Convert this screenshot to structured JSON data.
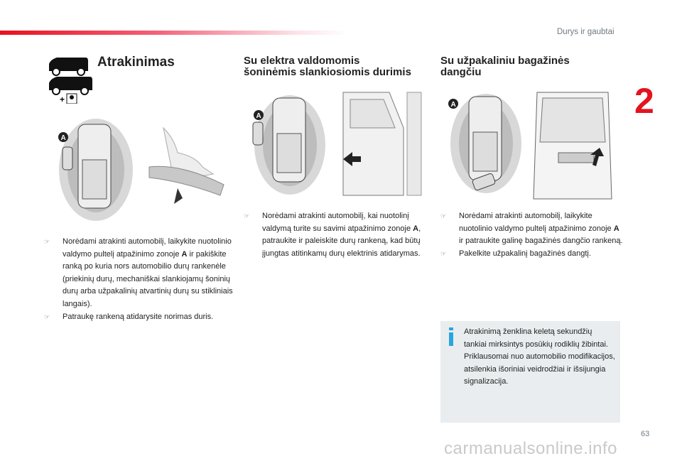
{
  "header": {
    "section_title": "Durys ir gaubtai",
    "chapter_number": "2"
  },
  "col1": {
    "title": "Atrakinimas",
    "zone_label": "A",
    "items": [
      {
        "parts": [
          "Norėdami atrakinti automobilį, laikykite nuotolinio valdymo pultelį atpažinimo zonoje ",
          "A",
          " ir pakiškite ranką po kuria nors automobilio durų rankenėle (priekinių durų, mechaniškai slankiojamų šoninių durų arba užpakalinių atvartinių durų su stikliniais langais)."
        ]
      },
      {
        "parts": [
          "Patraukę rankeną atidarysite norimas duris."
        ]
      }
    ]
  },
  "col2": {
    "title_line1": "Su elektra valdomomis",
    "title_line2": "šoninėmis slankiosiomis durimis",
    "zone_label": "A",
    "items": [
      {
        "parts": [
          "Norėdami atrakinti automobilį, kai nuotolinį valdymą turite su savimi atpažinimo zonoje ",
          "A",
          ", patraukite ir paleiskite durų rankeną, kad būtų įjungtas atitinkamų durų elektrinis atidarymas."
        ]
      }
    ]
  },
  "col3": {
    "title_line1": "Su užpakaliniu bagažinės",
    "title_line2": "dangčiu",
    "zone_label": "A",
    "items": [
      {
        "parts": [
          "Norėdami atrakinti automobilį, laikykite nuotolinio valdymo pultelį atpažinimo zonoje ",
          "A",
          " ir patraukite galinę bagažinės dangčio rankeną."
        ]
      },
      {
        "parts": [
          "Pakelkite užpakalinį bagažinės dangtį."
        ]
      }
    ],
    "info": {
      "line1": "Atrakinimą ženklina keletą sekundžių tankiai mirksintys posūkių rodiklių žibintai.",
      "line2": "Priklausomai nuo automobilio modifikacijos, atsilenkia išoriniai veidrodžiai ir išsijungia signalizacija."
    }
  },
  "bullet_icon": "pointing-hand-icon",
  "footer": {
    "page_number": "63",
    "watermark": "carmanualsonline.info"
  },
  "colors": {
    "accent_red": "#e3141e",
    "info_blue": "#2aa6dc",
    "info_bg": "#e9edef"
  }
}
